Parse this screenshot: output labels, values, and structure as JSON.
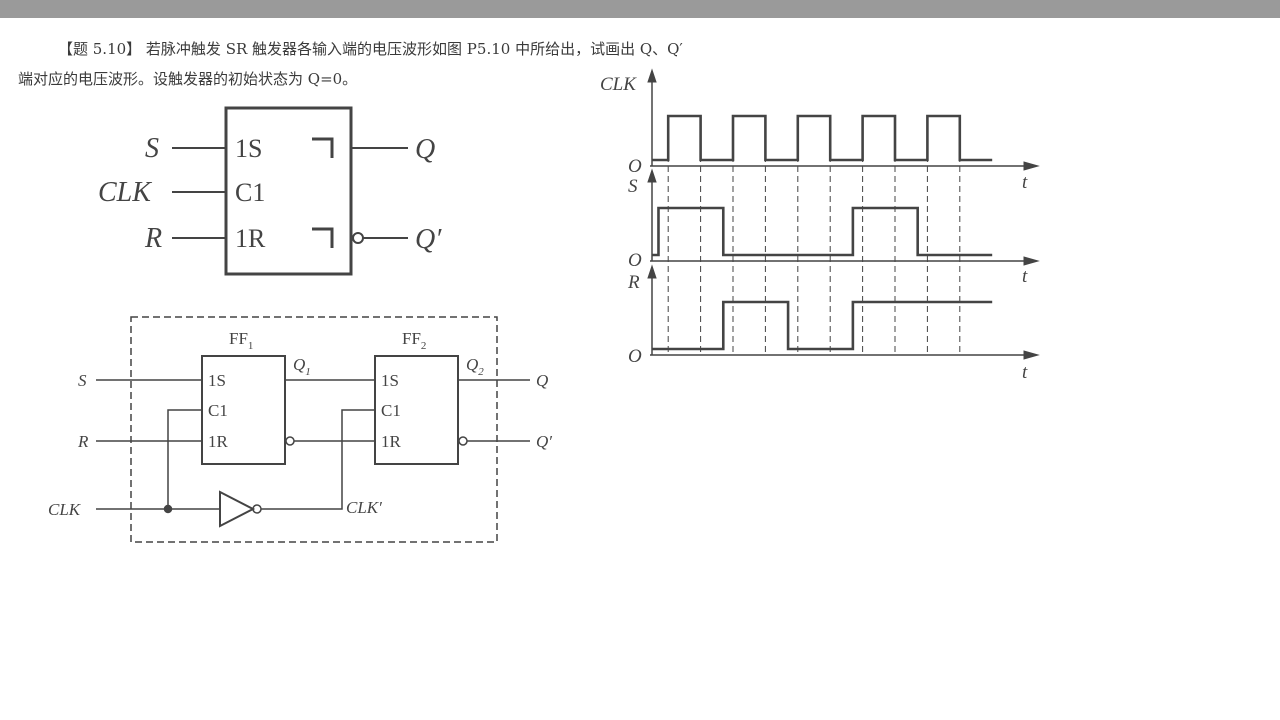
{
  "problem": {
    "line1": "【题 5.10】 若脉冲触发 SR 触发器各输入端的电压波形如图 P5.10 中所给出，试画出 Q、Q′",
    "line2": "端对应的电压波形。设触发器的初始状态为 Q=0。"
  },
  "symbol": {
    "in_s": "S",
    "in_clk": "CLK",
    "in_r": "R",
    "pin_1s": "1S",
    "pin_c1": "C1",
    "pin_1r": "1R",
    "out_q": "Q",
    "out_qn": "Q′"
  },
  "circuit": {
    "ff1": "FF",
    "ff1_sub": "1",
    "ff2": "FF",
    "ff2_sub": "2",
    "ff1_pin_1s": "1S",
    "ff1_pin_c1": "C1",
    "ff1_pin_1r": "1R",
    "ff2_pin_1s": "1S",
    "ff2_pin_c1": "C1",
    "ff2_pin_1r": "1R",
    "q1": "Q",
    "q1_sub": "1",
    "q2": "Q",
    "q2_sub": "2",
    "in_s": "S",
    "in_r": "R",
    "in_clk": "CLK",
    "clk_prime": "CLK′",
    "out_q": "Q",
    "out_qn": "Q′"
  },
  "waveforms": {
    "clk_label": "CLK",
    "s_label": "S",
    "r_label": "R",
    "origin": "O",
    "t_label": "t",
    "clk": [
      [
        0,
        0
      ],
      [
        0.5,
        1
      ],
      [
        1.5,
        0
      ],
      [
        2.5,
        1
      ],
      [
        3.5,
        0
      ],
      [
        4.5,
        1
      ],
      [
        5.5,
        0
      ],
      [
        6.5,
        1
      ],
      [
        7.5,
        0
      ],
      [
        8.5,
        1
      ],
      [
        9.5,
        0
      ]
    ],
    "s": [
      [
        0,
        0
      ],
      [
        0.2,
        1
      ],
      [
        2.2,
        0
      ],
      [
        6.2,
        1
      ],
      [
        8.2,
        0
      ]
    ],
    "r": [
      [
        0,
        0
      ],
      [
        2.2,
        1
      ],
      [
        4.2,
        0
      ],
      [
        6.2,
        1
      ]
    ],
    "time_end": 10.5
  },
  "colors": {
    "line": "#444444",
    "bar": "#9a9a9a"
  }
}
